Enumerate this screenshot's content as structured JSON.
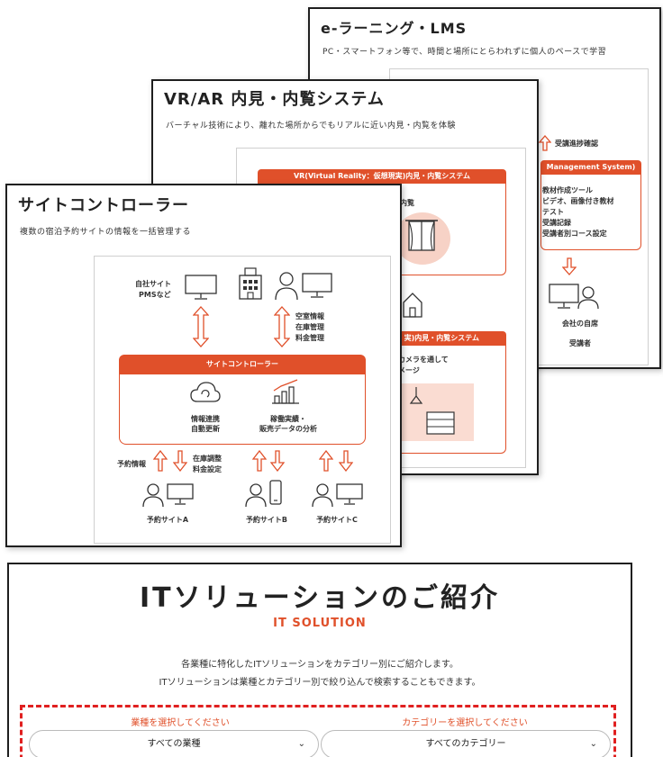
{
  "lms": {
    "title": "e-ラーニング・LMS",
    "subtitle": "PC・スマートフォン等で、時間と場所にとらわれずに個人のペースで学習",
    "check_label": "受講進捗確認",
    "header_text": "Management System)",
    "features": [
      "教材作成ツール",
      "ビデオ、画像付き教材",
      "テスト",
      "受講記録",
      "受講者別コース設定"
    ],
    "home_label": "会社の自席",
    "learner_label": "受講者"
  },
  "vr": {
    "title": "VR/AR 内見・内覧システム",
    "subtitle": "バーチャル技術により、離れた場所からでもリアルに近い内見・内覧を体験",
    "vr_header": "VR(Virtual Reality：仮想現実)内見・内覧システム",
    "vr_item": "内覧",
    "ar_header": "実)内見・内覧システム",
    "ar_line1": "カメラを通して",
    "ar_line2": "メージ"
  },
  "sc": {
    "title": "サイトコントローラー",
    "subtitle": "複数の宿泊予約サイトの情報を一括管理する",
    "own_site_line1": "自社サイト",
    "own_site_line2": "PMSなど",
    "mgmt_line1": "空室情報",
    "mgmt_line2": "在庫管理",
    "mgmt_line3": "料金管理",
    "center_label": "サイトコントローラー",
    "feature1_line1": "情報連携",
    "feature1_line2": "自動更新",
    "feature2_line1": "稼働実績・",
    "feature2_line2": "販売データの分析",
    "booking_info": "予約情報",
    "stock_line1": "在庫調整",
    "stock_line2": "料金設定",
    "site_a": "予約サイトA",
    "site_b": "予約サイトB",
    "site_c": "予約サイトC"
  },
  "it": {
    "title": "ITソリューションのご紹介",
    "subtitle": "IT SOLUTION",
    "desc1": "各業種に特化したITソリューションをカテゴリー別にご紹介します。",
    "desc2": "ITソリューションは業種とカテゴリー別で絞り込んで検索することもできます。",
    "industry_label": "業種を選択してください",
    "category_label": "カテゴリーを選択してください",
    "industry_value": "すべての業種",
    "category_value": "すべてのカテゴリー"
  },
  "colors": {
    "accent": "#e0502a",
    "dashed_border": "#e02020"
  },
  "icons": [
    "monitor-icon",
    "building-icon",
    "person-icon",
    "cloud-sync-icon",
    "chart-icon",
    "smartphone-icon",
    "house-icon",
    "window-icon",
    "lamp-icon",
    "shelf-icon",
    "arrow-up-down-icon"
  ]
}
